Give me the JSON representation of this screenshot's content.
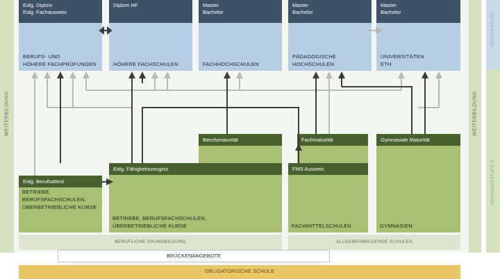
{
  "side_labels": {
    "left": "WEITERBILDUNG",
    "right": "WEITERBILDUNG",
    "tertiary": "TERTIÄRSTUFE",
    "secondary": "SEKUNDARSTUFE II"
  },
  "tertiary": [
    {
      "head": [
        "Eidg. Diplom",
        "Eidg. Fachausweis"
      ],
      "name": [
        "BERUFS- UND",
        "HÖHERE FACHPRÜFUNGEN"
      ]
    },
    {
      "head": [
        "Diplom HF",
        ""
      ],
      "name": [
        "",
        "HÖHERE FACHSCHULEN"
      ]
    },
    {
      "head": [
        "Master",
        "Bachelor"
      ],
      "name": [
        "",
        "FACHHOCHSCHULEN"
      ]
    },
    {
      "head": [
        "Master",
        "Bachelor"
      ],
      "name": [
        "PÄDAGOGISCHE",
        "HOCHSCHULEN"
      ]
    },
    {
      "head": [
        "Master",
        "Bachelor"
      ],
      "name": [
        "UNIVERSITÄTEN",
        "ETH"
      ]
    }
  ],
  "secondary": {
    "berufsmaturitaet": "Berufsmaturität",
    "fachmaturitaet": "Fachmaturität",
    "gymnasiale_maturitaet": "Gymnasiale Maturität",
    "eidg_berufsattest": "Eidg. Berufsattest",
    "eidg_faehigkeitszeugnis": "Eidg. Fähigkeitszeugnis",
    "fms_ausweis": "FMS Ausweis",
    "block1_text": [
      "BETRIEBE,",
      "BERUFSFACHSCHULEN,",
      "ÜBERBETRIEBLICHE KURSE"
    ],
    "block2_text": [
      "BETRIEBE, BERUFSFACHSCHULEN,",
      "ÜBERBETRIEBLICHE KURSE"
    ],
    "fms_text": "FACHMITTELSCHULEN",
    "gym_text": "GYMNASIEN"
  },
  "bottom": {
    "berufliche": "BERUFLICHE GRUNDBILDUNG",
    "allgemeinbildende": "ALLGEMEINBILDENDE SCHULEN",
    "bruecken": "BRÜCKENANGEBOTE",
    "obligatorisch": "OBLIGATORISCHE SCHULE"
  },
  "colors": {
    "tertiary_head": "#3d5167",
    "tertiary_body": "#b6cde3",
    "secondary_head": "#485f2e",
    "secondary_body": "#a9c074",
    "arrow_dark": "#3b3b3b",
    "arrow_light": "#b9b9b9",
    "obligatory": "#e9c766"
  }
}
